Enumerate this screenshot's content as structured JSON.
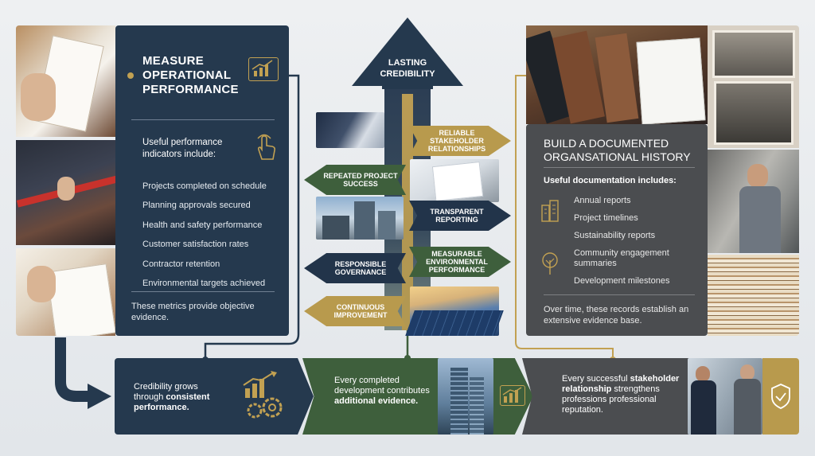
{
  "left": {
    "title": "MEASURE OPERATIONAL PERFORMANCE",
    "subtitle": "Useful performance indicators include:",
    "indicators": [
      "Projects completed on schedule",
      "Planning approvals secured",
      "Health and safety performance",
      "Customer satisfaction rates",
      "Contractor retention",
      "Environmental targets achieved"
    ],
    "footer": "These metrics provide objective evidence."
  },
  "center": {
    "top_arrow": "LASTING CREDIBILITY",
    "right_banners": [
      {
        "label": "RELIABLE STAKEHOLDER RELATIONSHIPS",
        "color": "#b89a4d"
      },
      {
        "label": "TRANSPARENT REPORTING",
        "color": "#22344a"
      },
      {
        "label": "MEASURABLE ENVIRONMENTAL PERFORMANCE",
        "color": "#3e5f3c"
      }
    ],
    "left_banners": [
      {
        "label": "REPEATED PROJECT SUCCESS",
        "color": "#3e5f3c"
      },
      {
        "label": "RESPONSIBLE GOVERNANCE",
        "color": "#22344a"
      },
      {
        "label": "CONTINUOUS IMPROVEMENT",
        "color": "#b89a4d"
      }
    ]
  },
  "right": {
    "title": "BUILD A DOCUMENTED ORGANSATIONAL HISTORY",
    "subtitle": "Useful documentation includes:",
    "docs": [
      "Annual reports",
      "Project timelines",
      "Sustainability reports",
      "Community engagement summaries",
      "Development milestones"
    ],
    "footer": "Over time, these records establish an extensive evidence base."
  },
  "bottom": {
    "box1": {
      "pre": "Credibility grows through ",
      "bold": "consistent performance."
    },
    "box2": {
      "pre": "Every completed development contributes ",
      "bold": "additional evidence."
    },
    "box3": {
      "pre": "Every successful ",
      "bold": "stakeholder relationship",
      "post": " strengthens professions professional reputation."
    }
  },
  "colors": {
    "navy": "#25394e",
    "green": "#3e5f3c",
    "gold": "#c2a152",
    "gray": "#4b4d50"
  }
}
